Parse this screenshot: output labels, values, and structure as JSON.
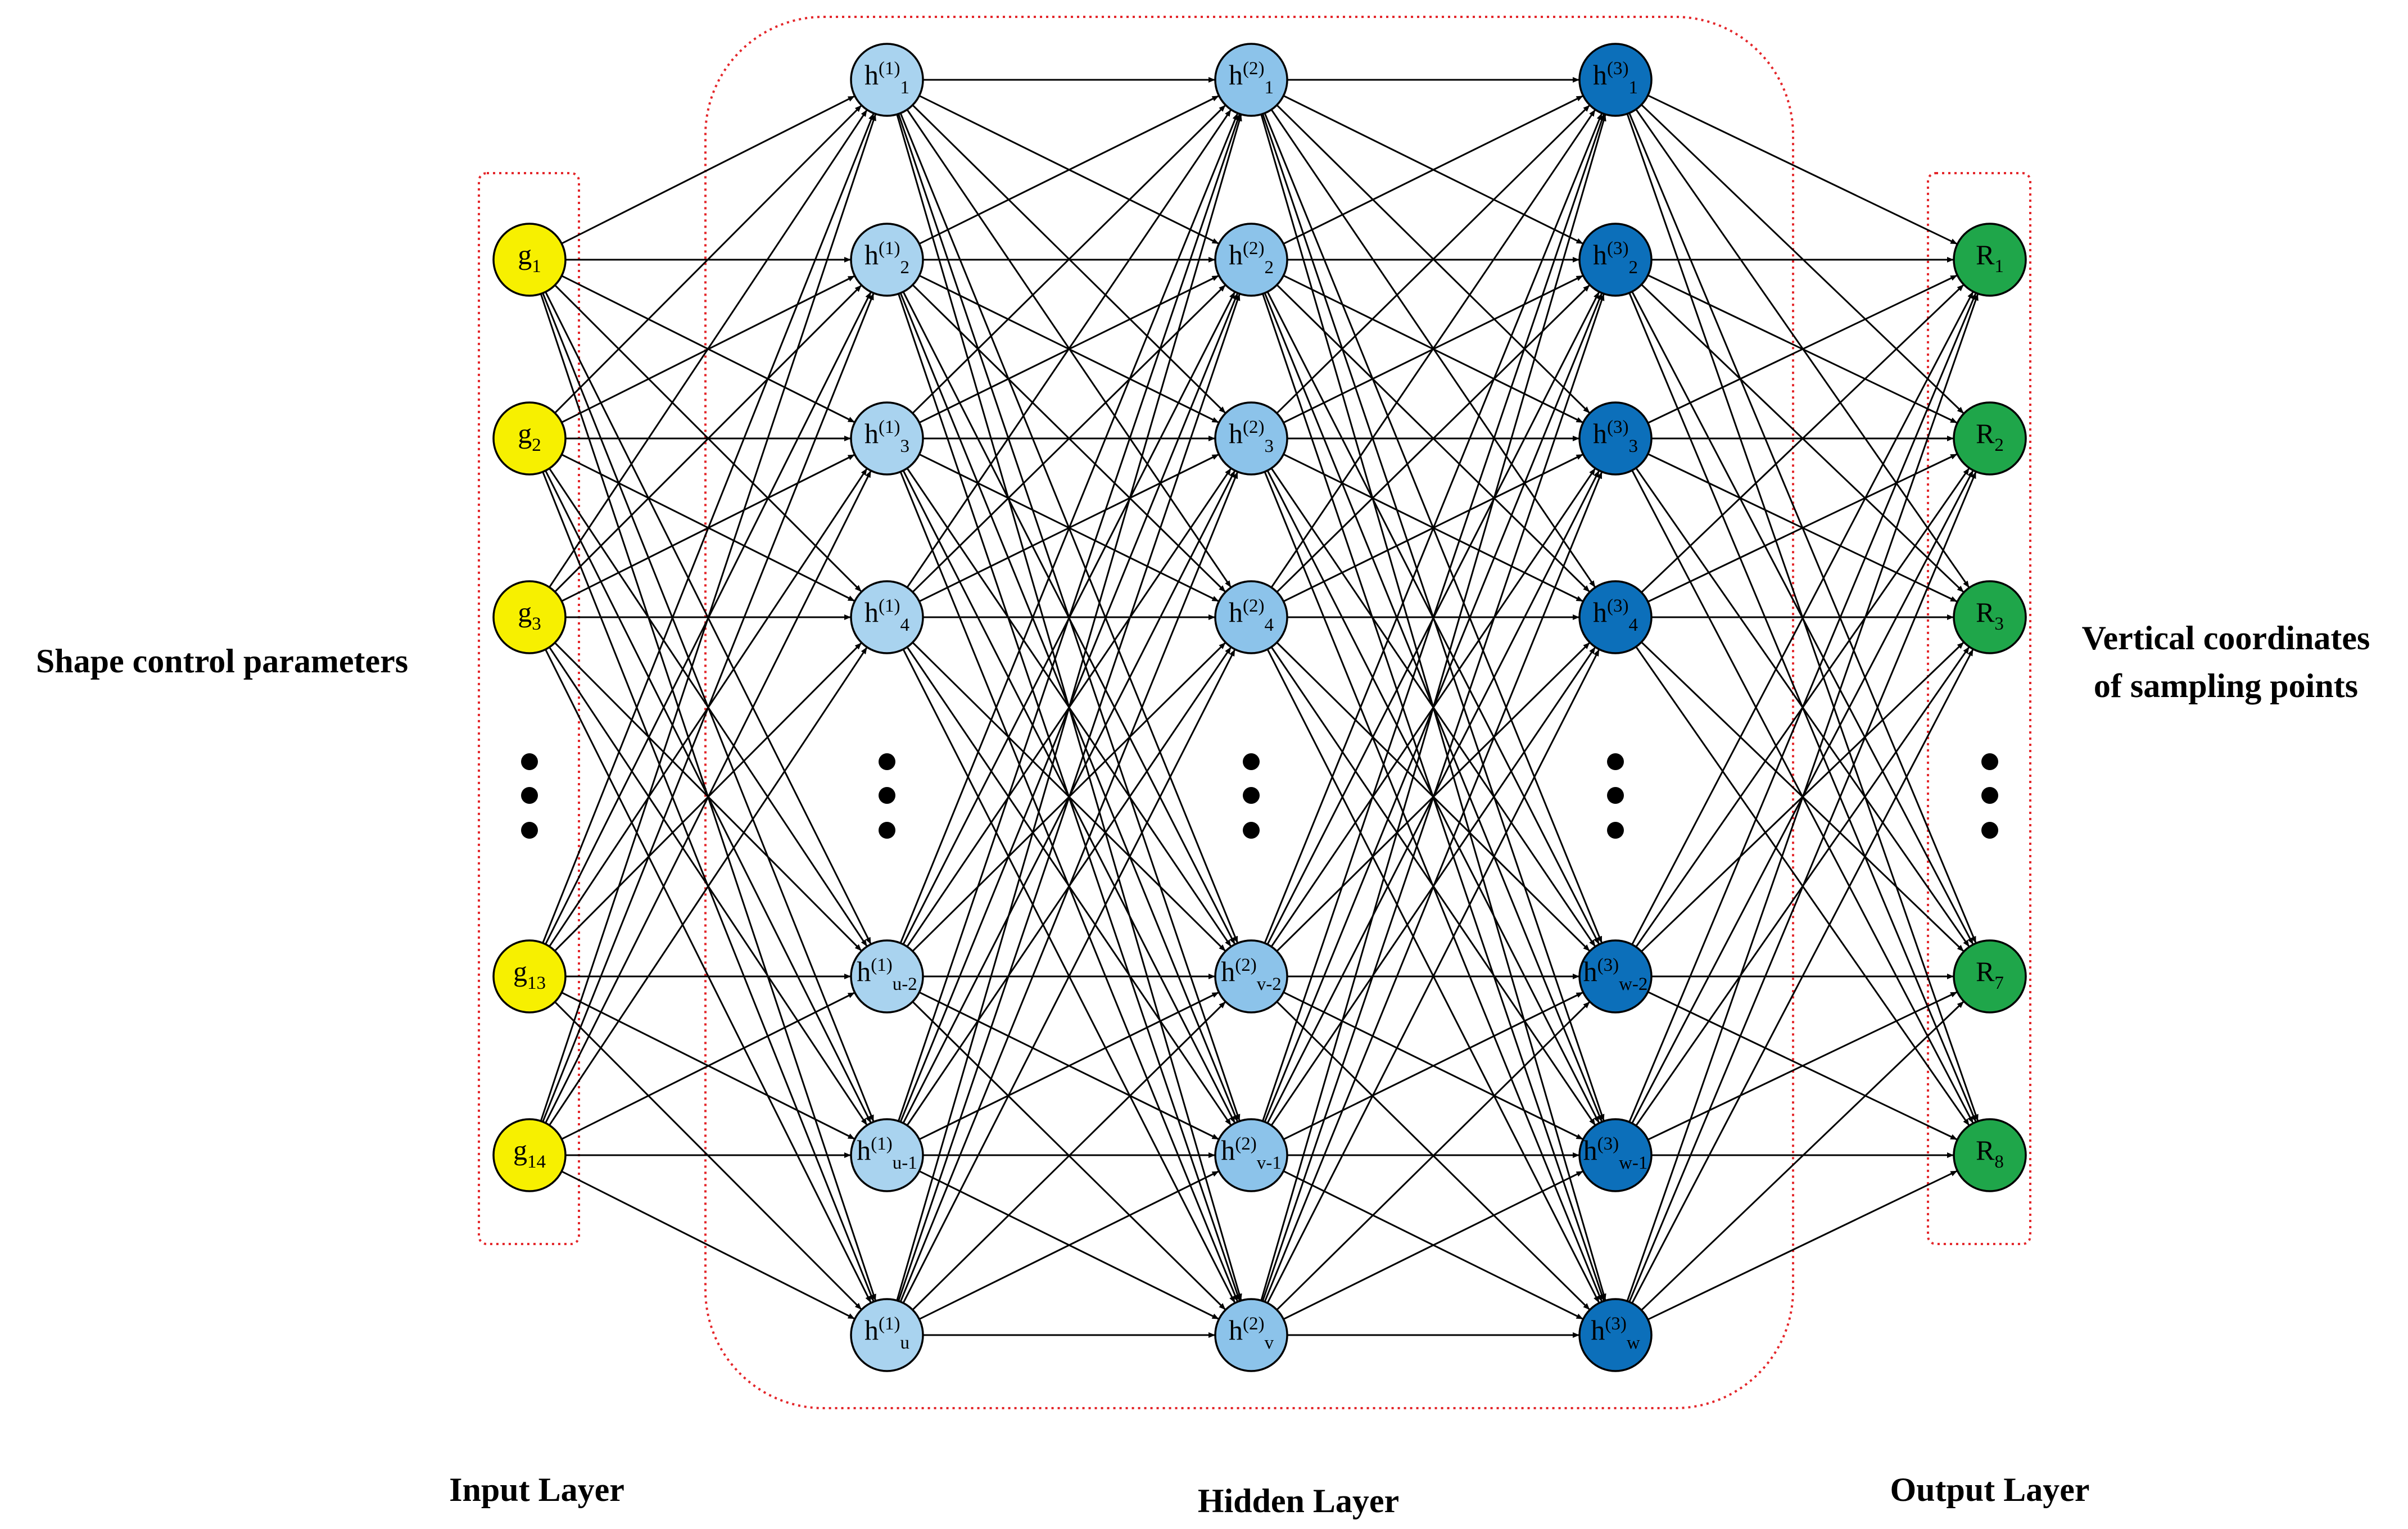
{
  "side_labels": {
    "left": "Shape control parameters",
    "right_line1": "Vertical coordinates",
    "right_line2": "of sampling points"
  },
  "layer_labels": {
    "input": "Input Layer",
    "hidden": "Hidden Layer",
    "output": "Output Layer"
  },
  "colors": {
    "input": "#f7f000",
    "hidden1": "#a9d3ef",
    "hidden2": "#8cc3ea",
    "hidden3": "#0c6fba",
    "output": "#1fa64a",
    "group_border": "#e4262a"
  },
  "layers": [
    {
      "id": "input",
      "color_key": "input",
      "nodes": [
        {
          "base": "g",
          "sub": "1"
        },
        {
          "base": "g",
          "sub": "2"
        },
        {
          "base": "g",
          "sub": "3"
        },
        {
          "ellipsis": true
        },
        {
          "base": "g",
          "sub": "13"
        },
        {
          "base": "g",
          "sub": "14"
        }
      ]
    },
    {
      "id": "hidden1",
      "color_key": "hidden1",
      "nodes": [
        {
          "base": "h",
          "sup": "(1)",
          "sub": "1"
        },
        {
          "base": "h",
          "sup": "(1)",
          "sub": "2"
        },
        {
          "base": "h",
          "sup": "(1)",
          "sub": "3"
        },
        {
          "base": "h",
          "sup": "(1)",
          "sub": "4"
        },
        {
          "ellipsis": true
        },
        {
          "base": "h",
          "sup": "(1)",
          "sub": "u-2"
        },
        {
          "base": "h",
          "sup": "(1)",
          "sub": "u-1"
        },
        {
          "base": "h",
          "sup": "(1)",
          "sub": "u"
        }
      ]
    },
    {
      "id": "hidden2",
      "color_key": "hidden2",
      "nodes": [
        {
          "base": "h",
          "sup": "(2)",
          "sub": "1"
        },
        {
          "base": "h",
          "sup": "(2)",
          "sub": "2"
        },
        {
          "base": "h",
          "sup": "(2)",
          "sub": "3"
        },
        {
          "base": "h",
          "sup": "(2)",
          "sub": "4"
        },
        {
          "ellipsis": true
        },
        {
          "base": "h",
          "sup": "(2)",
          "sub": "v-2"
        },
        {
          "base": "h",
          "sup": "(2)",
          "sub": "v-1"
        },
        {
          "base": "h",
          "sup": "(2)",
          "sub": "v"
        }
      ]
    },
    {
      "id": "hidden3",
      "color_key": "hidden3",
      "nodes": [
        {
          "base": "h",
          "sup": "(3)",
          "sub": "1"
        },
        {
          "base": "h",
          "sup": "(3)",
          "sub": "2"
        },
        {
          "base": "h",
          "sup": "(3)",
          "sub": "3"
        },
        {
          "base": "h",
          "sup": "(3)",
          "sub": "4"
        },
        {
          "ellipsis": true
        },
        {
          "base": "h",
          "sup": "(3)",
          "sub": "w-2"
        },
        {
          "base": "h",
          "sup": "(3)",
          "sub": "w-1"
        },
        {
          "base": "h",
          "sup": "(3)",
          "sub": "w"
        }
      ]
    },
    {
      "id": "output",
      "color_key": "output",
      "nodes": [
        {
          "base": "R",
          "sub": "1"
        },
        {
          "base": "R",
          "sub": "2"
        },
        {
          "base": "R",
          "sub": "3"
        },
        {
          "ellipsis": true
        },
        {
          "base": "R",
          "sub": "7"
        },
        {
          "base": "R",
          "sub": "8"
        }
      ]
    }
  ]
}
